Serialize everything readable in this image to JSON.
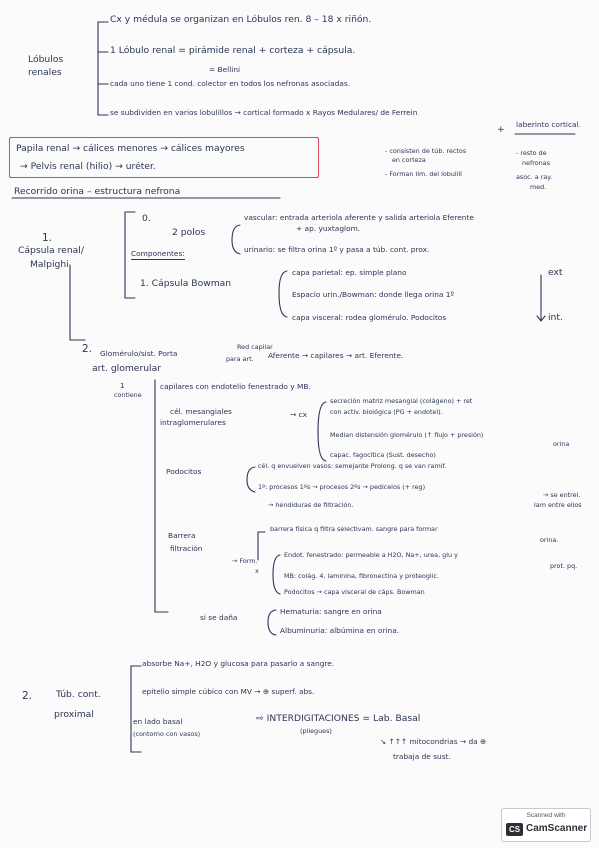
{
  "lobulos": {
    "title_1": "Lóbulos",
    "title_2": "renales",
    "l1": "Cx y médula se organizan en Lóbulos ren. 8 – 18 x riñón.",
    "l2": "1 Lóbulo renal = pirámide renal + corteza + cápsula.",
    "l2b": "= Bellini",
    "l3": "cada uno tiene 1 cond. colector en todos los nefronas asociadas.",
    "l4": "se subdividen en varios lobulillos → cortical formado x Rayos Medulares/ de Ferrein",
    "l4_plus": "+",
    "laberinto": "laberinto cortical.",
    "rayos_note_1": "- consisten de túb. rectos",
    "rayos_note_1b": "en corteza",
    "rayos_note_2": "- Forman lim. del lobulill",
    "resto_1": "- resto de",
    "resto_2": "nefronas",
    "resto_3": "asoc. a ray.",
    "resto_4": "med."
  },
  "papila": {
    "l1": "Papila renal → cálices menores → cálices mayores",
    "l2": "→ Pelvis renal (hilio) → uréter."
  },
  "recorrido": {
    "title": "Recorrido orina – estructura nefrona"
  },
  "capsula": {
    "num": "1.",
    "title_1": "Cápsula renal/",
    "title_2": "Malpighi",
    "zero": "0.",
    "polos": "2 polos",
    "componentes": "Componentes:",
    "vascular": "vascular: entrada arteriola aferente y salida arteriola Eferente",
    "vascular_b": "+ ap. yuxtaglom.",
    "urinario": "urinario: se filtra orina 1º y pasa a túb. cont. prox.",
    "bowman": "1. Cápsula Bowman",
    "parietal": "capa parietal: ep. simple plano",
    "espacio": "Espacio urin./Bowman: donde llega orina 1º",
    "visceral": "capa visceral: rodea glomérulo. Podocitos",
    "ext": "ext",
    "int": "int."
  },
  "glomerulo": {
    "num": "2.",
    "title": "Glomérulo/sist. Porta",
    "art": "art. glomerular",
    "red": "Red capilar",
    "para": "para art.",
    "flujo": "Aferente → capilares → art. Eferente.",
    "uno": "1",
    "contiene": "contiene",
    "capilares": "capilares con endotelio fenestrado y MB.",
    "mesangiales": "cél. mesangiales",
    "intra": "intraglomerulares",
    "cx": "→ cx",
    "m1": "secreción matriz mesangial (colágeno) + ret",
    "m1b": "con activ. biológica (PG + endotel).",
    "m2": "Median distensión glomérulo (↑ flujo + presión)",
    "m2b": "orina",
    "m3": "capac. fagocítica (Sust. desecho)",
    "podocitos": "Podocitos",
    "p1": "cél. q envuelven vasos: semejante Prolong. q se van ramif.",
    "p2": "1º: procesos 1ºs → procesos 2ºs → pedicelos (+ reg)",
    "p2b": "→ se entrel.",
    "p2c": "lam entre ellos",
    "p3": "→ hendiduras de filtración.",
    "barrera_1": "Barrera",
    "barrera_2": "filtración",
    "form": "→ Form.",
    "x": "x",
    "b1": "barrera física q filtra selectivam. sangre para formar",
    "b1b": "orina.",
    "b2": "Endot. fenestrado: permeable a H2O, Na+, urea, glu y",
    "b2b": "prot. pq.",
    "b3": "MB: colág. 4, laminina, fibronectina y proteoglic.",
    "b4": "Podocitos → capa visceral de cáps. Bowman",
    "dana": "si se daña",
    "hematuria": "Hematuria: sangre en orina",
    "albuminuria": "Albuminuria: albúmina en orina."
  },
  "tubulo": {
    "num": "2.",
    "title_1": "Túb. cont.",
    "title_2": "proximal",
    "t1": "absorbe Na+, H2O y glucosa para pasarlo a sangre.",
    "t2": "epitelio simple cúbico con MV → ⊕ superf. abs.",
    "t3": "en lado basal",
    "t3b": "(contorno con vasos)",
    "t3c": "⇨ INTERDIGITACIONES = Lab. Basal",
    "t3d": "(pliegues)",
    "t4": "↘ ↑↑↑ mitocondrias → da ⊕",
    "t5": "trabaja de sust."
  },
  "scanner": {
    "scanned_with": "Scanned with",
    "logo": "CS",
    "name": "CamScanner"
  },
  "colors": {
    "ink": "#2b3556",
    "red_box": "#d24a56",
    "paper": "#fbfbfc"
  }
}
